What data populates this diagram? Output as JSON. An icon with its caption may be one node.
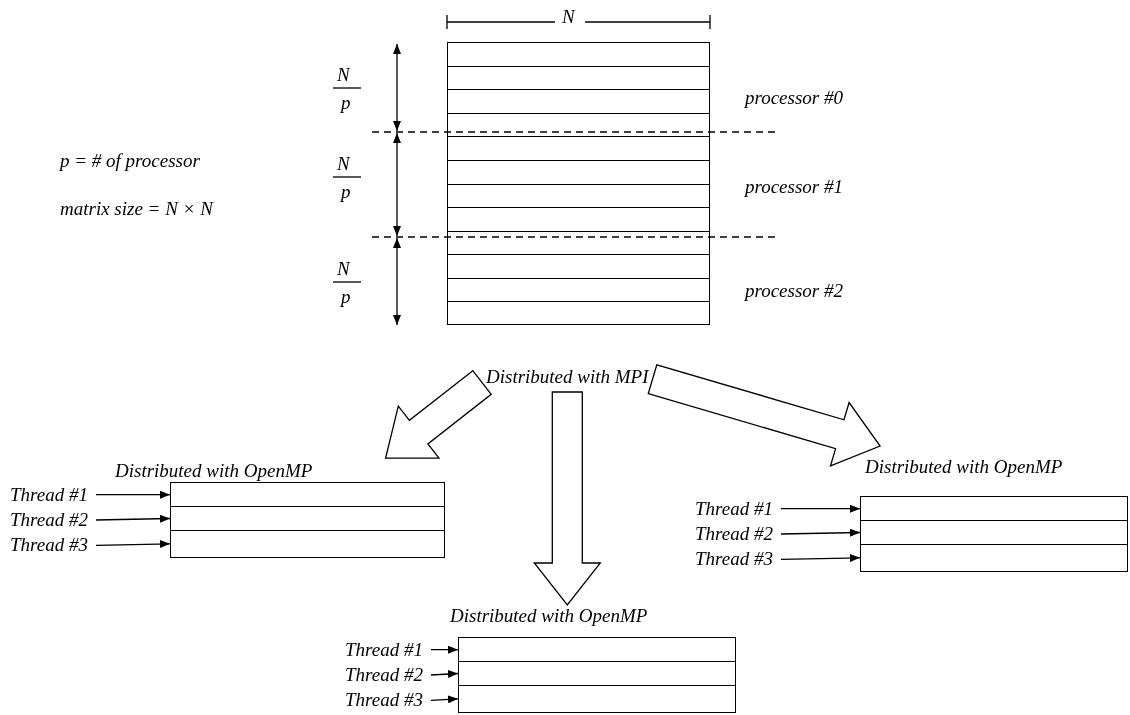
{
  "diagram": {
    "nodes": [
      {
        "text": [],
        "shape": "box"
      },
      {
        "text": [
          "Distributed with MPI"
        ]
      },
      {
        "text": [
          "Distributed with OpenMP"
        ]
      },
      {
        "text": [],
        "shape": "box",
        "in": 2
      },
      {
        "text": [],
        "shape": "box",
        "in": 2
      },
      {
        "text": [],
        "shape": "box",
        "in": 2
      },
      {
        "text": [
          "Thread #1"
        ]
      },
      {
        "text": [
          "Thread #2"
        ]
      },
      {
        "text": [
          "Thread #3"
        ]
      },
      {
        "text": [
          "Distributed with OpenMP"
        ]
      },
      {
        "text": [],
        "shape": "box",
        "in": 9
      },
      {
        "text": [],
        "shape": "box",
        "in": 9
      },
      {
        "text": [],
        "shape": "box",
        "in": 9
      },
      {
        "text": [
          "Thread #1"
        ]
      },
      {
        "text": [
          "Thread #2"
        ]
      },
      {
        "text": [
          "Thread #3"
        ]
      },
      {
        "text": [
          "Distributed with OpenMP"
        ]
      },
      {
        "text": [],
        "shape": "box",
        "in": 16
      },
      {
        "text": [],
        "shape": "box",
        "in": 16
      },
      {
        "text": [],
        "shape": "box",
        "in": 16
      },
      {
        "text": [
          "Thread #1"
        ]
      },
      {
        "text": [
          "Thread #2"
        ]
      },
      {
        "text": [
          "Thread #3"
        ]
      }
    ],
    "edges": [
      {
        "from": 1,
        "to": 2,
        "arrow": "to",
        "style": "thick"
      },
      {
        "from": 1,
        "to": 16,
        "arrow": "to",
        "style": "thick"
      },
      {
        "from": 1,
        "to": 9,
        "arrow": "to",
        "style": "thick"
      },
      {
        "from": 6,
        "to": 3,
        "arrow": "to"
      },
      {
        "from": 7,
        "to": 4,
        "arrow": "to"
      },
      {
        "from": 8,
        "to": 5,
        "arrow": "to"
      },
      {
        "from": 13,
        "to": 10,
        "arrow": "to"
      },
      {
        "from": 14,
        "to": 11,
        "arrow": "to"
      },
      {
        "from": 15,
        "to": 12,
        "arrow": "to"
      },
      {
        "from": 20,
        "to": 17,
        "arrow": "to"
      },
      {
        "from": 21,
        "to": 18,
        "arrow": "to"
      },
      {
        "from": 22,
        "to": 19,
        "arrow": "to"
      }
    ],
    "labels": [
      "N",
      "N",
      "p",
      "processor #0",
      "p = # of processor",
      "N",
      "p",
      "processor #1",
      "matrix size = N × N",
      "N",
      "p",
      "processor #2"
    ]
  }
}
